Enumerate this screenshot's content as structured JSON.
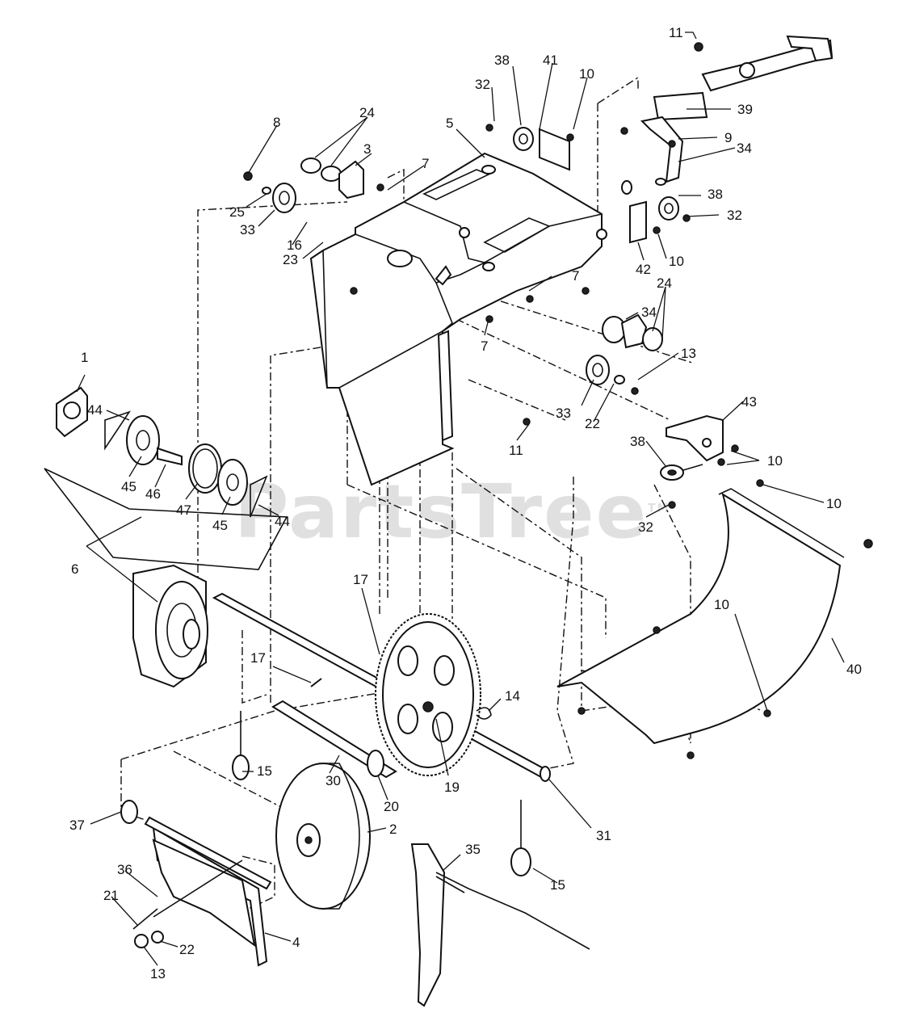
{
  "watermark": {
    "text": "PartsTree",
    "tm": "TM"
  },
  "callouts": [
    {
      "key": "c11a",
      "text": "11"
    },
    {
      "key": "c38a",
      "text": "38"
    },
    {
      "key": "c41",
      "text": "41"
    },
    {
      "key": "c32a",
      "text": "32"
    },
    {
      "key": "c10a",
      "text": "10"
    },
    {
      "key": "c39",
      "text": "39"
    },
    {
      "key": "c8",
      "text": "8"
    },
    {
      "key": "c24a",
      "text": "24"
    },
    {
      "key": "c5",
      "text": "5"
    },
    {
      "key": "c9",
      "text": "9"
    },
    {
      "key": "c3",
      "text": "3"
    },
    {
      "key": "c34a",
      "text": "34"
    },
    {
      "key": "c7a",
      "text": "7"
    },
    {
      "key": "c38b",
      "text": "38"
    },
    {
      "key": "c32b",
      "text": "32"
    },
    {
      "key": "c25",
      "text": "25"
    },
    {
      "key": "c33a",
      "text": "33"
    },
    {
      "key": "c16",
      "text": "16"
    },
    {
      "key": "c23",
      "text": "23"
    },
    {
      "key": "c42",
      "text": "42"
    },
    {
      "key": "c10b",
      "text": "10"
    },
    {
      "key": "c7b",
      "text": "7"
    },
    {
      "key": "c24b",
      "text": "24"
    },
    {
      "key": "c34b",
      "text": "34"
    },
    {
      "key": "c7c",
      "text": "7"
    },
    {
      "key": "c13a",
      "text": "13"
    },
    {
      "key": "c1",
      "text": "1"
    },
    {
      "key": "c33b",
      "text": "33"
    },
    {
      "key": "c22a",
      "text": "22"
    },
    {
      "key": "c44a",
      "text": "44"
    },
    {
      "key": "c43",
      "text": "43"
    },
    {
      "key": "c11b",
      "text": "11"
    },
    {
      "key": "c38c",
      "text": "38"
    },
    {
      "key": "c10c",
      "text": "10"
    },
    {
      "key": "c45a",
      "text": "45"
    },
    {
      "key": "c46",
      "text": "46"
    },
    {
      "key": "c47",
      "text": "47"
    },
    {
      "key": "c45b",
      "text": "45"
    },
    {
      "key": "c44b",
      "text": "44"
    },
    {
      "key": "c10d",
      "text": "10"
    },
    {
      "key": "c32c",
      "text": "32"
    },
    {
      "key": "c6",
      "text": "6"
    },
    {
      "key": "c17a",
      "text": "17"
    },
    {
      "key": "c10e",
      "text": "10"
    },
    {
      "key": "c40",
      "text": "40"
    },
    {
      "key": "c17b",
      "text": "17"
    },
    {
      "key": "c14",
      "text": "14"
    },
    {
      "key": "c15a",
      "text": "15"
    },
    {
      "key": "c30",
      "text": "30"
    },
    {
      "key": "c19",
      "text": "19"
    },
    {
      "key": "c20",
      "text": "20"
    },
    {
      "key": "c2",
      "text": "2"
    },
    {
      "key": "c31",
      "text": "31"
    },
    {
      "key": "c37",
      "text": "37"
    },
    {
      "key": "c35",
      "text": "35"
    },
    {
      "key": "c36",
      "text": "36"
    },
    {
      "key": "c15b",
      "text": "15"
    },
    {
      "key": "c21",
      "text": "21"
    },
    {
      "key": "c4",
      "text": "4"
    },
    {
      "key": "c22b",
      "text": "22"
    },
    {
      "key": "c13b",
      "text": "13"
    }
  ]
}
